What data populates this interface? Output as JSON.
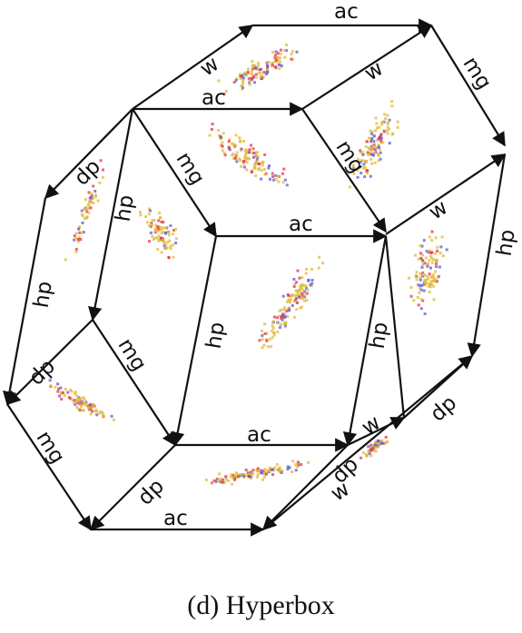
{
  "caption": "(d) Hyperbox",
  "labels": {
    "ac": "ac",
    "w": "w",
    "mg": "mg",
    "dp": "dp",
    "hp": "hp"
  },
  "colors": {
    "edge": "#111111",
    "point_gold": "#e0b93a",
    "point_red": "#e8324a",
    "point_blue": "#5a5ad8"
  },
  "marker_names": [
    "arrowhead"
  ]
}
